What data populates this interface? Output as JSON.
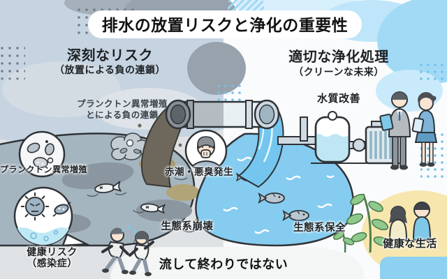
{
  "title": "排水の放置リスクと浄化の重要性",
  "left": {
    "heading": "深刻なリスク",
    "subheading": "（放置による負の連鎖）",
    "chain_note_line1": "プランクトン異常増殖",
    "chain_note_line2": "とによる負の連鎖",
    "label_plankton": "プランクトン異常増殖",
    "label_red_tide": "赤潮・悪臭発生",
    "label_ecosystem_collapse": "生態系崩壊",
    "label_health_risk": "健康リスク",
    "label_health_risk_sub": "（感染症）"
  },
  "right": {
    "heading": "適切な浄化処理",
    "subheading": "（クリーンな未来）",
    "label_water_quality": "水質改善",
    "label_ecosystem_preservation": "生態系保全",
    "label_healthy_life": "健康な生活"
  },
  "footer": {
    "message": "流して終わりではない"
  },
  "colors": {
    "left_background": "#dfe2e4",
    "right_background": "#fafbfc",
    "sky_gray_blue": "#c6d4e1",
    "cloud_gray": "#97a2ad",
    "cloud_blue": "#a2daf6",
    "polluted_river": "#a5b5c0",
    "sludge_water": "#6e685c",
    "clean_water": "#85ccf0",
    "accent_yellow": "#f7e7af",
    "plant_green": "#8fc98c"
  },
  "icons": [
    "plankton-icon",
    "odor-person-icon",
    "germ-bubble-icon",
    "dead-fish-icon",
    "fish-icon",
    "drain-pipe",
    "dirty-waterfall",
    "clean-waterfall",
    "treatment-plant-icon",
    "inspector-people-icon",
    "running-people-icon",
    "family-icon",
    "plant-icon"
  ]
}
